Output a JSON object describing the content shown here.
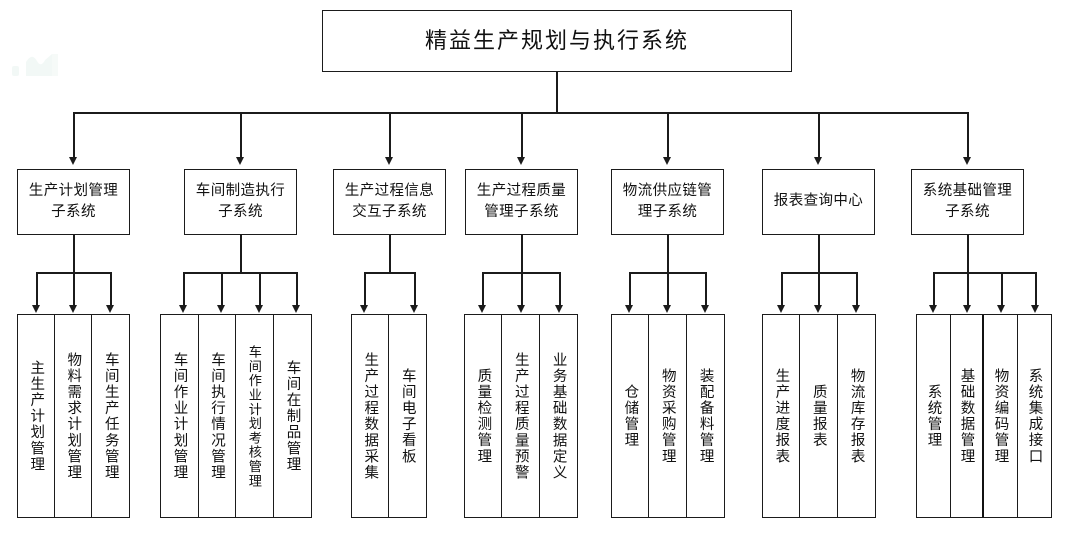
{
  "diagram": {
    "type": "org-tree",
    "title": "精益生产规划与执行系统",
    "root": {
      "label": "精益生产规划与执行系统"
    },
    "level2": [
      {
        "label_line1": "生产计划管理",
        "label_line2": "子系统"
      },
      {
        "label_line1": "车间制造执行",
        "label_line2": "子系统"
      },
      {
        "label_line1": "生产过程信息",
        "label_line2": "交互子系统"
      },
      {
        "label_line1": "生产过程质量",
        "label_line2": "管理子系统"
      },
      {
        "label_line1": "物流供应链管",
        "label_line2": "理子系统"
      },
      {
        "label_line1": "报表查询中心",
        "label_line2": ""
      },
      {
        "label_line1": "系统基础管理",
        "label_line2": "子系统"
      }
    ],
    "level3": [
      {
        "items": [
          "主生产计划管理",
          "物料需求计划管理",
          "车间生产任务管理"
        ]
      },
      {
        "items": [
          "车间作业计划管理",
          "车间执行情况管理",
          "车间作业计划考核管理",
          "车间在制品管理"
        ]
      },
      {
        "items": [
          "生产过程数据采集",
          "车间电子看板"
        ]
      },
      {
        "items": [
          "质量检测管理",
          "生产过程质量预警",
          "业务基础数据定义"
        ]
      },
      {
        "items": [
          "仓储管理",
          "物资采购管理",
          "装配备料管理"
        ]
      },
      {
        "items": [
          "生产进度报表",
          "质量报表",
          "物流库存报表"
        ]
      },
      {
        "items": [
          "系统管理",
          "基础数据管理",
          "物资编码管理",
          "系统集成接口"
        ]
      }
    ],
    "colors": {
      "line": "#1b1b1b",
      "box_fill": "#ffffff",
      "text": "#111111",
      "watermark": "#e7f3ee"
    }
  }
}
